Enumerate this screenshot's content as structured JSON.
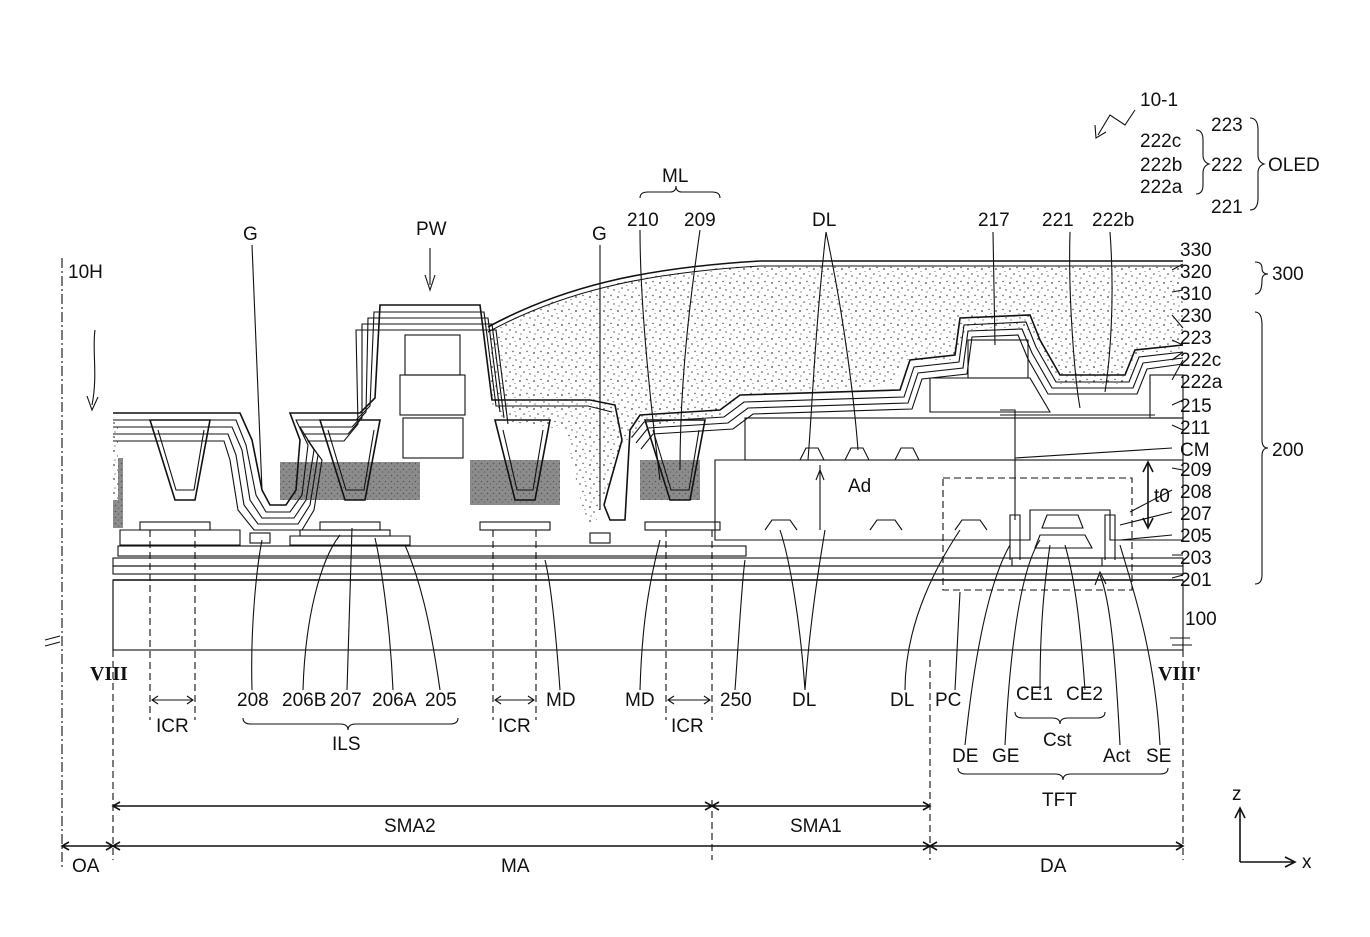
{
  "figure": {
    "ref": "10-1",
    "label_10H": "10H",
    "section_left": "VIII",
    "section_right": "VIII'",
    "label_G": "G",
    "label_PW": "PW",
    "label_ML": "ML",
    "label_DL": "DL",
    "label_Ad": "Ad",
    "label_t0": "t0",
    "label_CM": "CM",
    "label_100": "100",
    "label_250": "250",
    "label_MD": "MD",
    "label_ICR": "ICR",
    "label_ILS": "ILS",
    "label_PC": "PC",
    "label_Cst": "Cst",
    "label_TFT": "TFT",
    "axis_z": "z",
    "axis_x": "x"
  },
  "legend_oled": {
    "l223": "223",
    "l222c": "222c",
    "l222b": "222b",
    "l222": "222",
    "l222a": "222a",
    "l221": "221",
    "group": "OLED"
  },
  "top_labels": [
    "210",
    "209",
    "217",
    "221",
    "222b"
  ],
  "right_stack": [
    "330",
    "320",
    "310",
    "230",
    "223",
    "222c",
    "222a",
    "215",
    "211",
    "CM",
    "209",
    "208",
    "207",
    "205",
    "203",
    "201"
  ],
  "right_groups": {
    "g300": "300",
    "g200": "200"
  },
  "bottom_labels_1": [
    "208",
    "206B",
    "207",
    "206A",
    "205",
    "MD",
    "MD",
    "250",
    "DL",
    "DL",
    "PC",
    "CE1",
    "CE2"
  ],
  "bottom_labels_2": [
    "DE",
    "GE",
    "Act",
    "SE"
  ],
  "regions": {
    "sma2": "SMA2",
    "sma1": "SMA1",
    "oa": "OA",
    "ma": "MA",
    "da": "DA"
  }
}
